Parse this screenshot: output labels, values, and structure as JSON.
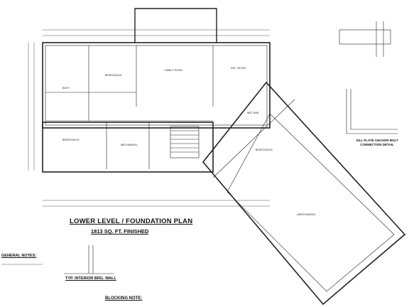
{
  "titles": {
    "main": "LOWER LEVEL / FOUNDATION PLAN",
    "sub": "1813 SQ. FT. FINISHED",
    "general_notes": "GENERAL NOTES:",
    "interior_wall": "TYP. INTERIOR BRG. WALL",
    "blocking_note": "BLOCKING NOTE:",
    "sill_detail": "SILL PLATE ANCHOR BOLT CONNECTION DETAIL"
  },
  "rooms": {
    "bedroom_1": "BEDROOM #1",
    "family_room": "FAMILY ROOM",
    "rec_room": "REC. ROOM",
    "bath": "BATH",
    "bedroom_2": "BEDROOM #2",
    "mechanical": "MECHANICAL",
    "bedroom_3": "BEDROOM #3",
    "unexcavated": "UNEXCAVATED",
    "wet_bar": "WET BAR"
  }
}
